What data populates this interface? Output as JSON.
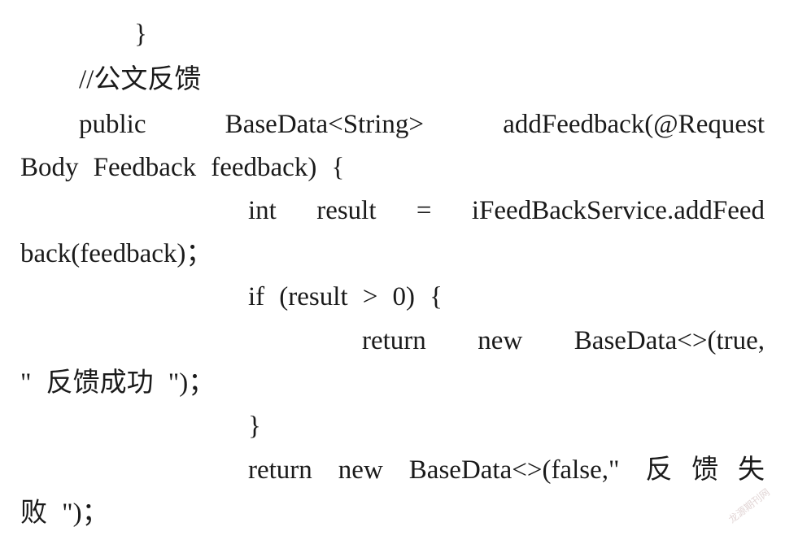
{
  "lines": [
    {
      "text": "}"
    },
    {
      "text": "//公文反馈"
    },
    {
      "text": "public BaseData<String> addFeedback(@Request"
    },
    {
      "text": "Body Feedback feedback) {"
    },
    {
      "text": "int result = iFeedBackService.addFeed"
    },
    {
      "text": "back(feedback)；"
    },
    {
      "text": "if (result > 0) {"
    },
    {
      "text": "return new BaseData<>(true,"
    },
    {
      "text": "\" 反馈成功 \")；"
    },
    {
      "text": "}"
    },
    {
      "text": "return new BaseData<>(false,\" 反馈失"
    },
    {
      "text": "败 \")；"
    }
  ],
  "watermark": "龙源期刊网"
}
